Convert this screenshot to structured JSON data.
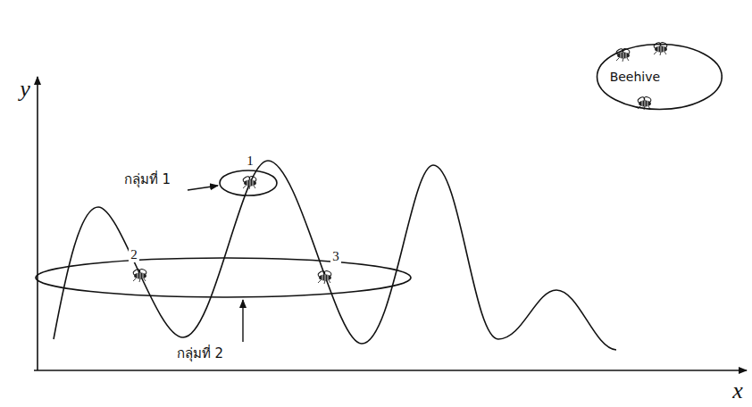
{
  "diagram": {
    "nodes": [
      {
        "text": [
          "Beehive"
        ]
      }
    ],
    "labels": [
      "y",
      "x",
      "กลุ่มที่ 1",
      "1",
      "2",
      "3",
      "กลุ่มที่ 2"
    ]
  }
}
